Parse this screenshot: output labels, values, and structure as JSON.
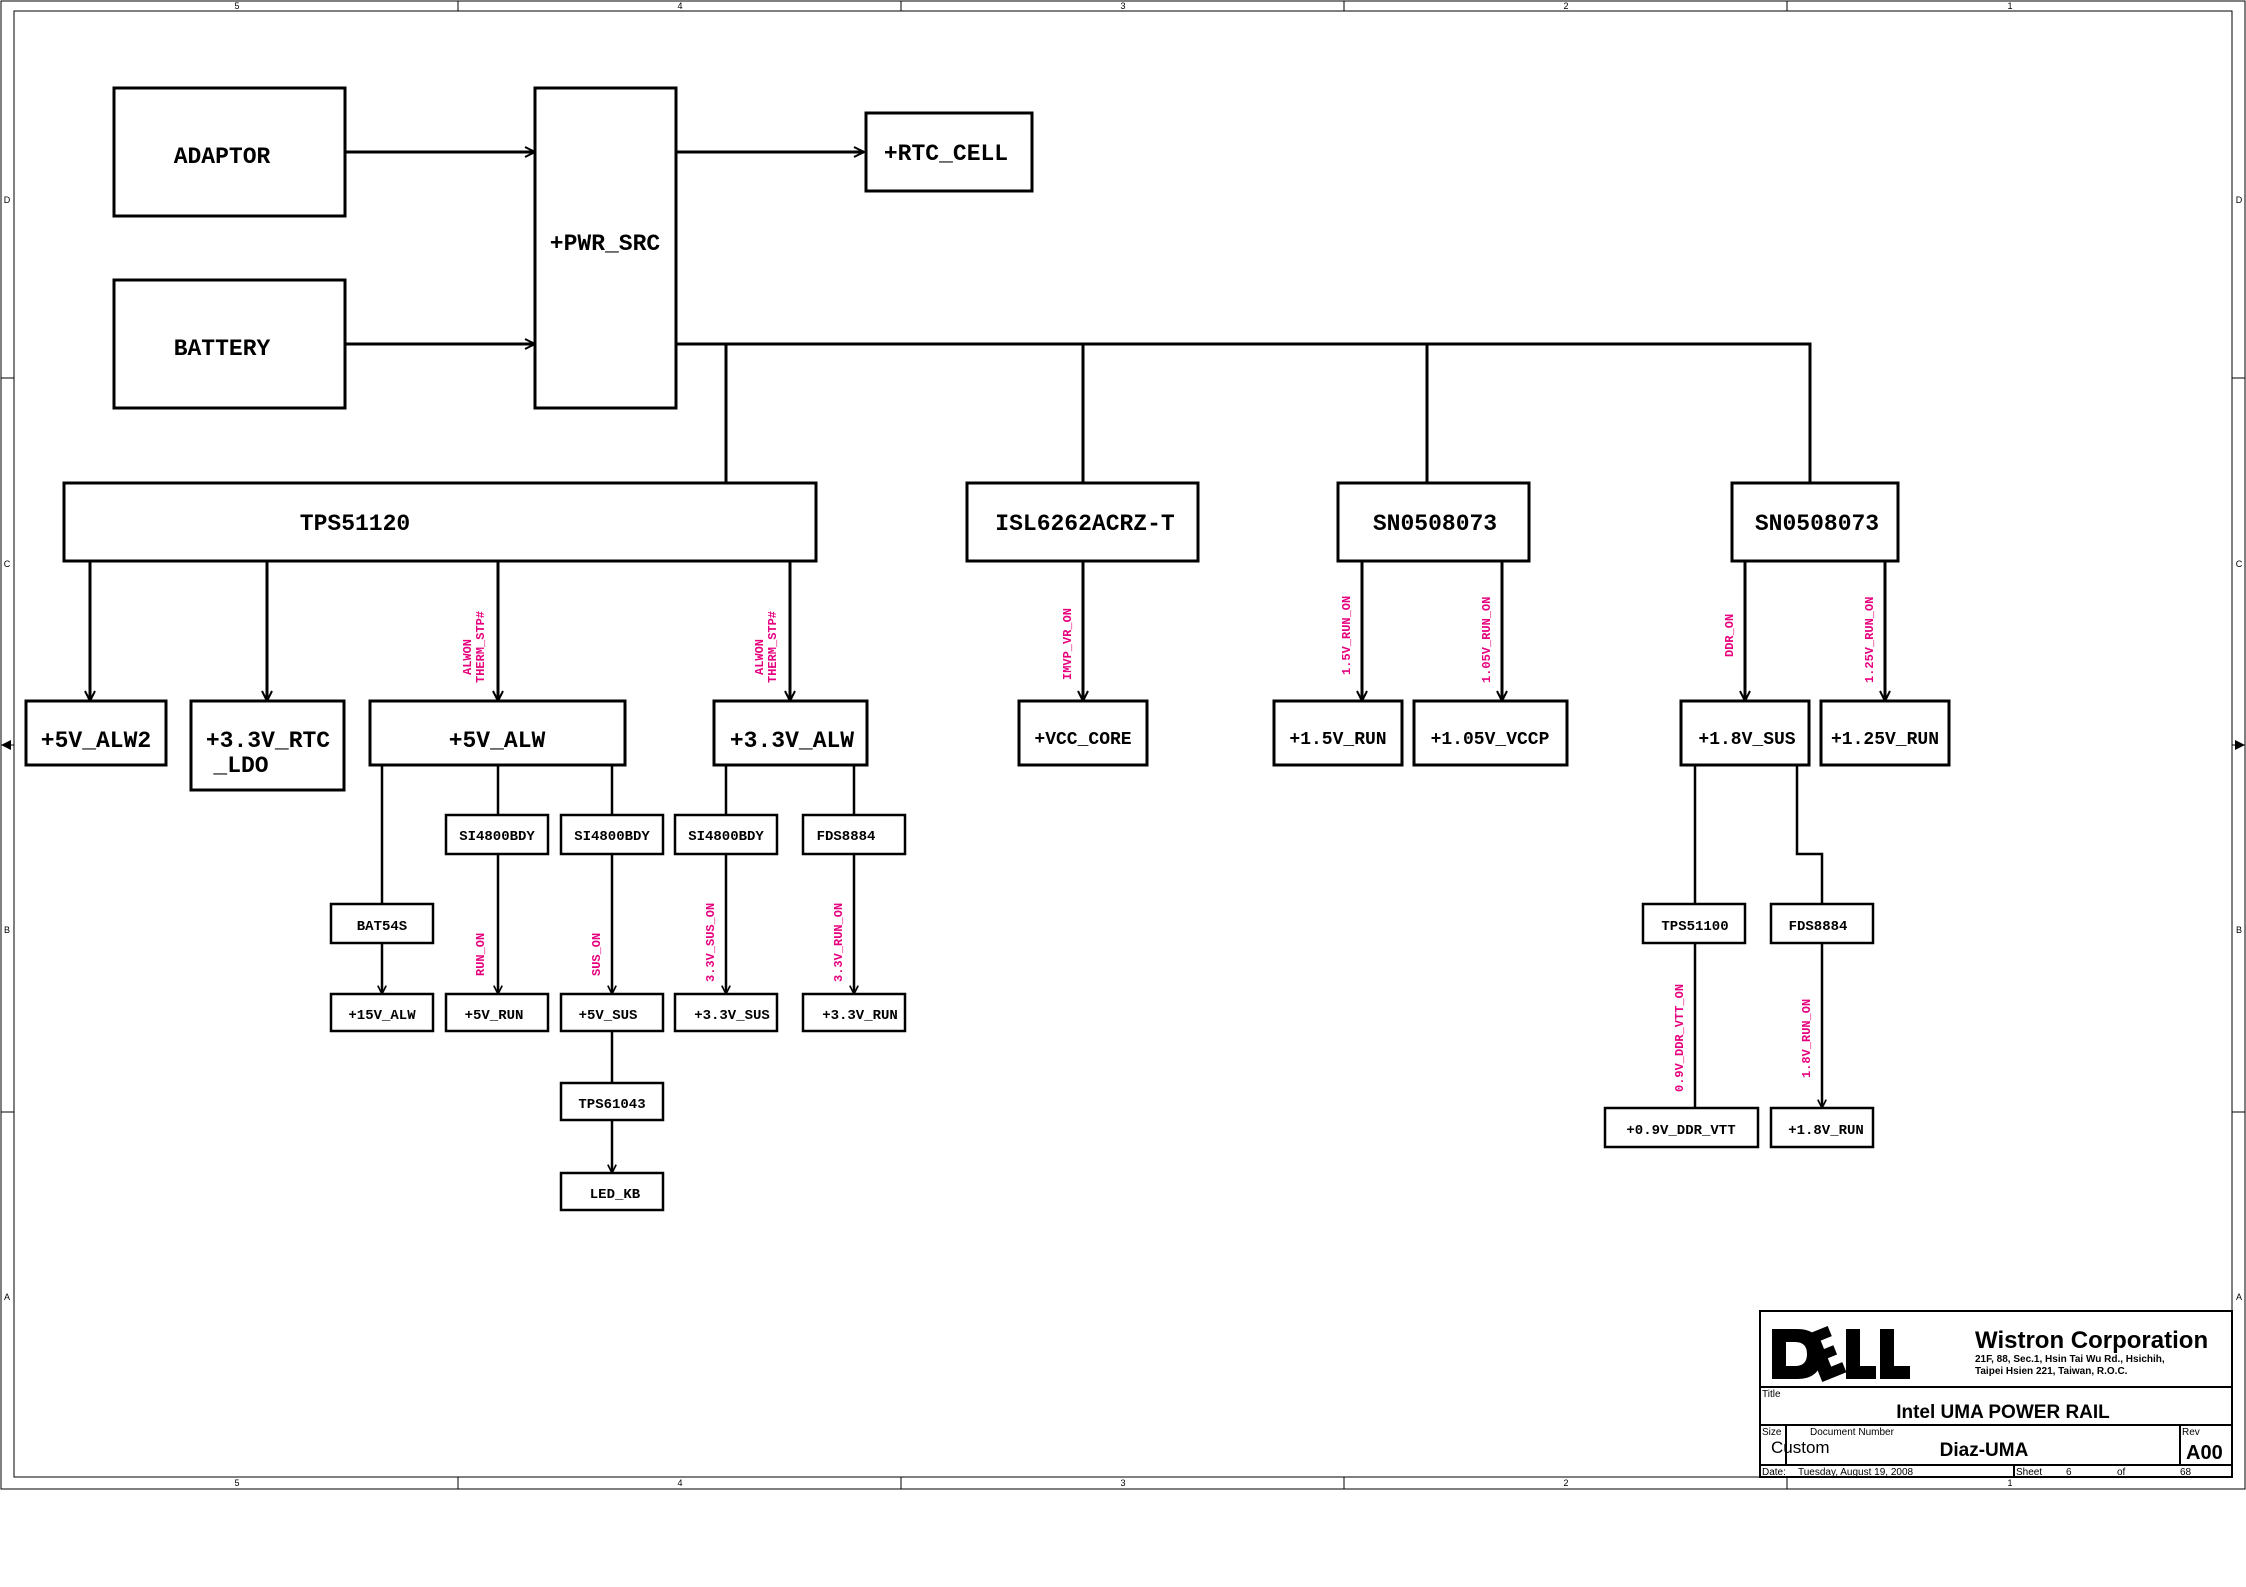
{
  "border": {
    "col_labels": [
      "5",
      "4",
      "3",
      "2",
      "1"
    ],
    "row_labels": [
      "D",
      "C",
      "B",
      "A"
    ]
  },
  "blocks": {
    "adaptor": "ADAPTOR",
    "battery": "BATTERY",
    "pwr_src": "+PWR_SRC",
    "rtc_cell": "+RTC_CELL",
    "tps51120": "TPS51120",
    "isl6262": "ISL6262ACRZ-T",
    "sn0508073_a": "SN0508073",
    "sn0508073_b": "SN0508073",
    "v5_alw2": "+5V_ALW2",
    "v33_rtc_ldo_1": "+3.3V_RTC",
    "v33_rtc_ldo_2": "_LDO",
    "v5_alw": "+5V_ALW",
    "v33_alw": "+3.3V_ALW",
    "vcc_core": "+VCC_CORE",
    "v15_run": "+1.5V_RUN",
    "v105_vccp": "+1.05V_VCCP",
    "v18_sus": "+1.8V_SUS",
    "v125_run": "+1.25V_RUN",
    "si4800_a": "SI4800BDY",
    "si4800_b": "SI4800BDY",
    "si4800_c": "SI4800BDY",
    "fds8884_a": "FDS8884",
    "bat54s": "BAT54S",
    "v15_alw": "+15V_ALW",
    "v5_run": "+5V_RUN",
    "v5_sus": "+5V_SUS",
    "v33_sus": "+3.3V_SUS",
    "v33_run": "+3.3V_RUN",
    "tps61043": "TPS61043",
    "led_kb": "LED_KB",
    "tps51100": "TPS51100",
    "fds8884_b": "FDS8884",
    "v09_ddr_vtt": "+0.9V_DDR_VTT",
    "v18_run": "+1.8V_RUN"
  },
  "signals": {
    "alwon_1": "ALWON",
    "therm_stp_1": "THERM_STP#",
    "alwon_2": "ALWON",
    "therm_stp_2": "THERM_STP#",
    "imvp_vr_on": "IMVP_VR_ON",
    "run_15v_on": "1.5V_RUN_ON",
    "run_105v_on": "1.05V_RUN_ON",
    "ddr_on": "DDR_ON",
    "run_125v_on": "1.25V_RUN_ON",
    "run_on": "RUN_ON",
    "sus_on": "SUS_ON",
    "sus_33v_on": "3.3V_SUS_ON",
    "run_33v_on": "3.3V_RUN_ON",
    "ddr_vtt_on": "0.9V_DDR_VTT_ON",
    "run_18v_on": "1.8V_RUN_ON"
  },
  "title_block": {
    "company": "Wistron Corporation",
    "address_1": "21F, 88, Sec.1, Hsin Tai Wu Rd., Hsichih,",
    "address_2": "Taipei Hsien 221, Taiwan, R.O.C.",
    "title_label": "Title",
    "title": "Intel UMA POWER RAIL",
    "size_label": "Size",
    "size": "Custom",
    "docnum_label": "Document Number",
    "docnum": "Diaz-UMA",
    "rev_label": "Rev",
    "rev": "A00",
    "date_label": "Date:",
    "date": "Tuesday, August 19, 2008",
    "sheet_label": "Sheet",
    "sheet": "6",
    "of_label": "of",
    "total": "68"
  },
  "colors": {
    "line": "#000000",
    "signal": "#e6007e"
  }
}
